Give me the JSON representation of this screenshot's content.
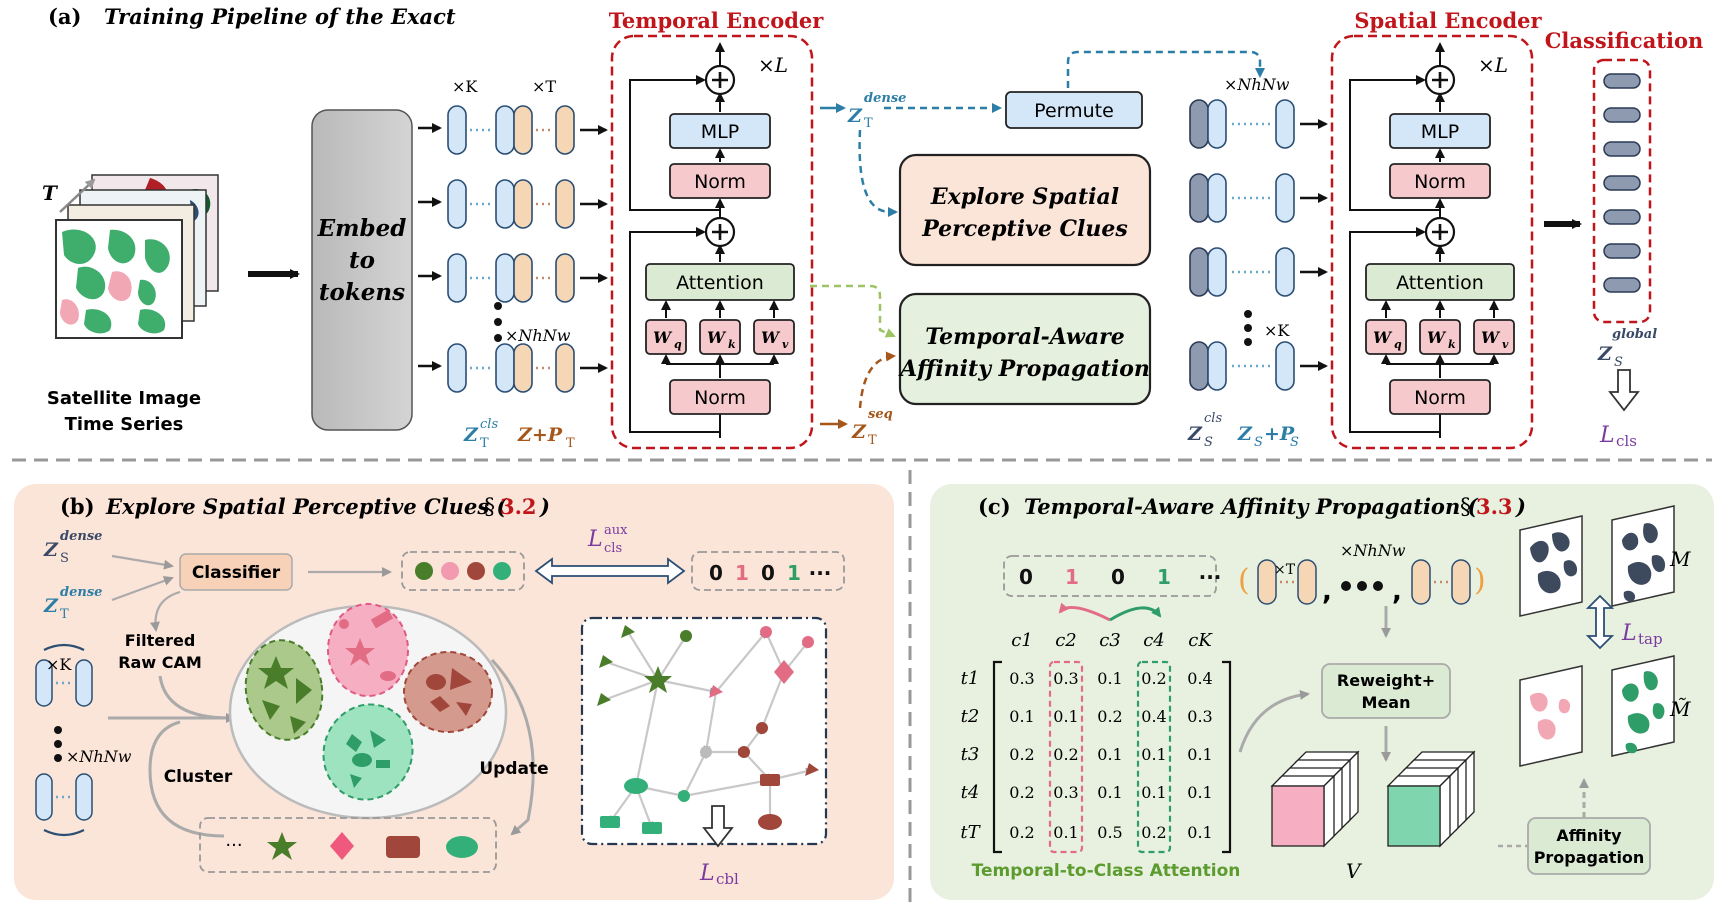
{
  "panel_a": {
    "title_letter": "(a)",
    "title": "Training Pipeline of the Exact",
    "input_label_1": "Satellite Image",
    "input_label_2": "Time Series",
    "input_t": "T",
    "embed": [
      "Embed",
      "to",
      "tokens"
    ],
    "mult_k": "×K",
    "mult_t": "×T",
    "mult_nhnw": "×NhNw",
    "zt_cls": "Z",
    "zt_cls_sup": "cls",
    "zt_cls_sub": "T",
    "z_plus_pt": "Z+P",
    "z_plus_pt_sub": "T",
    "temporal_encoder": "Temporal Encoder",
    "spatial_encoder": "Spatial Encoder",
    "classification": "Classification",
    "times_l": "×L",
    "mlp": "MLP",
    "norm": "Norm",
    "attention": "Attention",
    "wq": "W",
    "wk": "W",
    "wv": "W",
    "sub_q": "q",
    "sub_k": "k",
    "sub_v": "v",
    "zt_dense": "Z",
    "zt_dense_sup": "dense",
    "zt_seq_sup": "seq",
    "sub_t": "T",
    "permute": "Permute",
    "explore_1": "Explore Spatial",
    "explore_2": "Perceptive Clues",
    "tap_1": "Temporal-Aware",
    "tap_2": "Affinity Propagation",
    "mult_nhnw_s": "×NhNw",
    "mult_k_s": "×K",
    "zs_cls_sup": "cls",
    "sub_s": "S",
    "zs_plus_ps": "Z",
    "zs_global_sup": "global",
    "l_cls": "L",
    "l_cls_sub": "cls"
  },
  "panel_b": {
    "title_letter": "(b)",
    "title": "Explore Spatial Perceptive Clues (",
    "section_sym": "§",
    "section_num": "3.2",
    "close": ")",
    "classifier": "Classifier",
    "laux_sup": "aux",
    "laux_sub": "cls",
    "labels": [
      "0",
      "1",
      "0",
      "1",
      "···"
    ],
    "filtered_1": "Filtered",
    "filtered_2": "Raw CAM",
    "cluster": "Cluster",
    "update": "Update",
    "ellipsis": "···",
    "l_cbl_sub": "cbl"
  },
  "panel_c": {
    "title_letter": "(c)",
    "title": "Temporal-Aware Affinity Propagation (",
    "section_sym": "§",
    "section_num": "3.3",
    "close": ")",
    "labels": [
      "0",
      "1",
      "0",
      "1",
      "···"
    ],
    "mult_t": "×T",
    "mult_nhnw": "×NhNw",
    "reweight_1": "Reweight+",
    "reweight_2": "Mean",
    "cols": [
      "c1",
      "c2",
      "c3",
      "c4",
      "cK"
    ],
    "rows": [
      "t1",
      "t2",
      "t3",
      "t4",
      "tT"
    ],
    "matrix": [
      [
        "0.3",
        "0.3",
        "0.1",
        "0.2",
        "0.4"
      ],
      [
        "0.1",
        "0.1",
        "0.2",
        "0.4",
        "0.3"
      ],
      [
        "0.2",
        "0.2",
        "0.1",
        "0.1",
        "0.1"
      ],
      [
        "0.2",
        "0.3",
        "0.1",
        "0.1",
        "0.1"
      ],
      [
        "0.2",
        "0.1",
        "0.5",
        "0.2",
        "0.1"
      ]
    ],
    "caption": "Temporal-to-Class Attention",
    "affinity_1": "Affinity",
    "affinity_2": "Propagation",
    "m_label": "M",
    "m_tilde_label": "M̃",
    "v_label": "V",
    "l_tap_sub": "tap"
  },
  "colors": {
    "red_dashed": "#c0161b",
    "teal_arrow": "#2d7ea6",
    "brown_arrow": "#a5561a",
    "green_arrow": "#9cc464",
    "panel_b_bg": "#fbe4d8",
    "panel_c_bg": "#e8f1e0",
    "mlp_fill": "#d3e7f8",
    "norm_fill": "#f6c9cc",
    "attn_fill": "#dbead3",
    "purple_text": "#7a3aa0"
  }
}
